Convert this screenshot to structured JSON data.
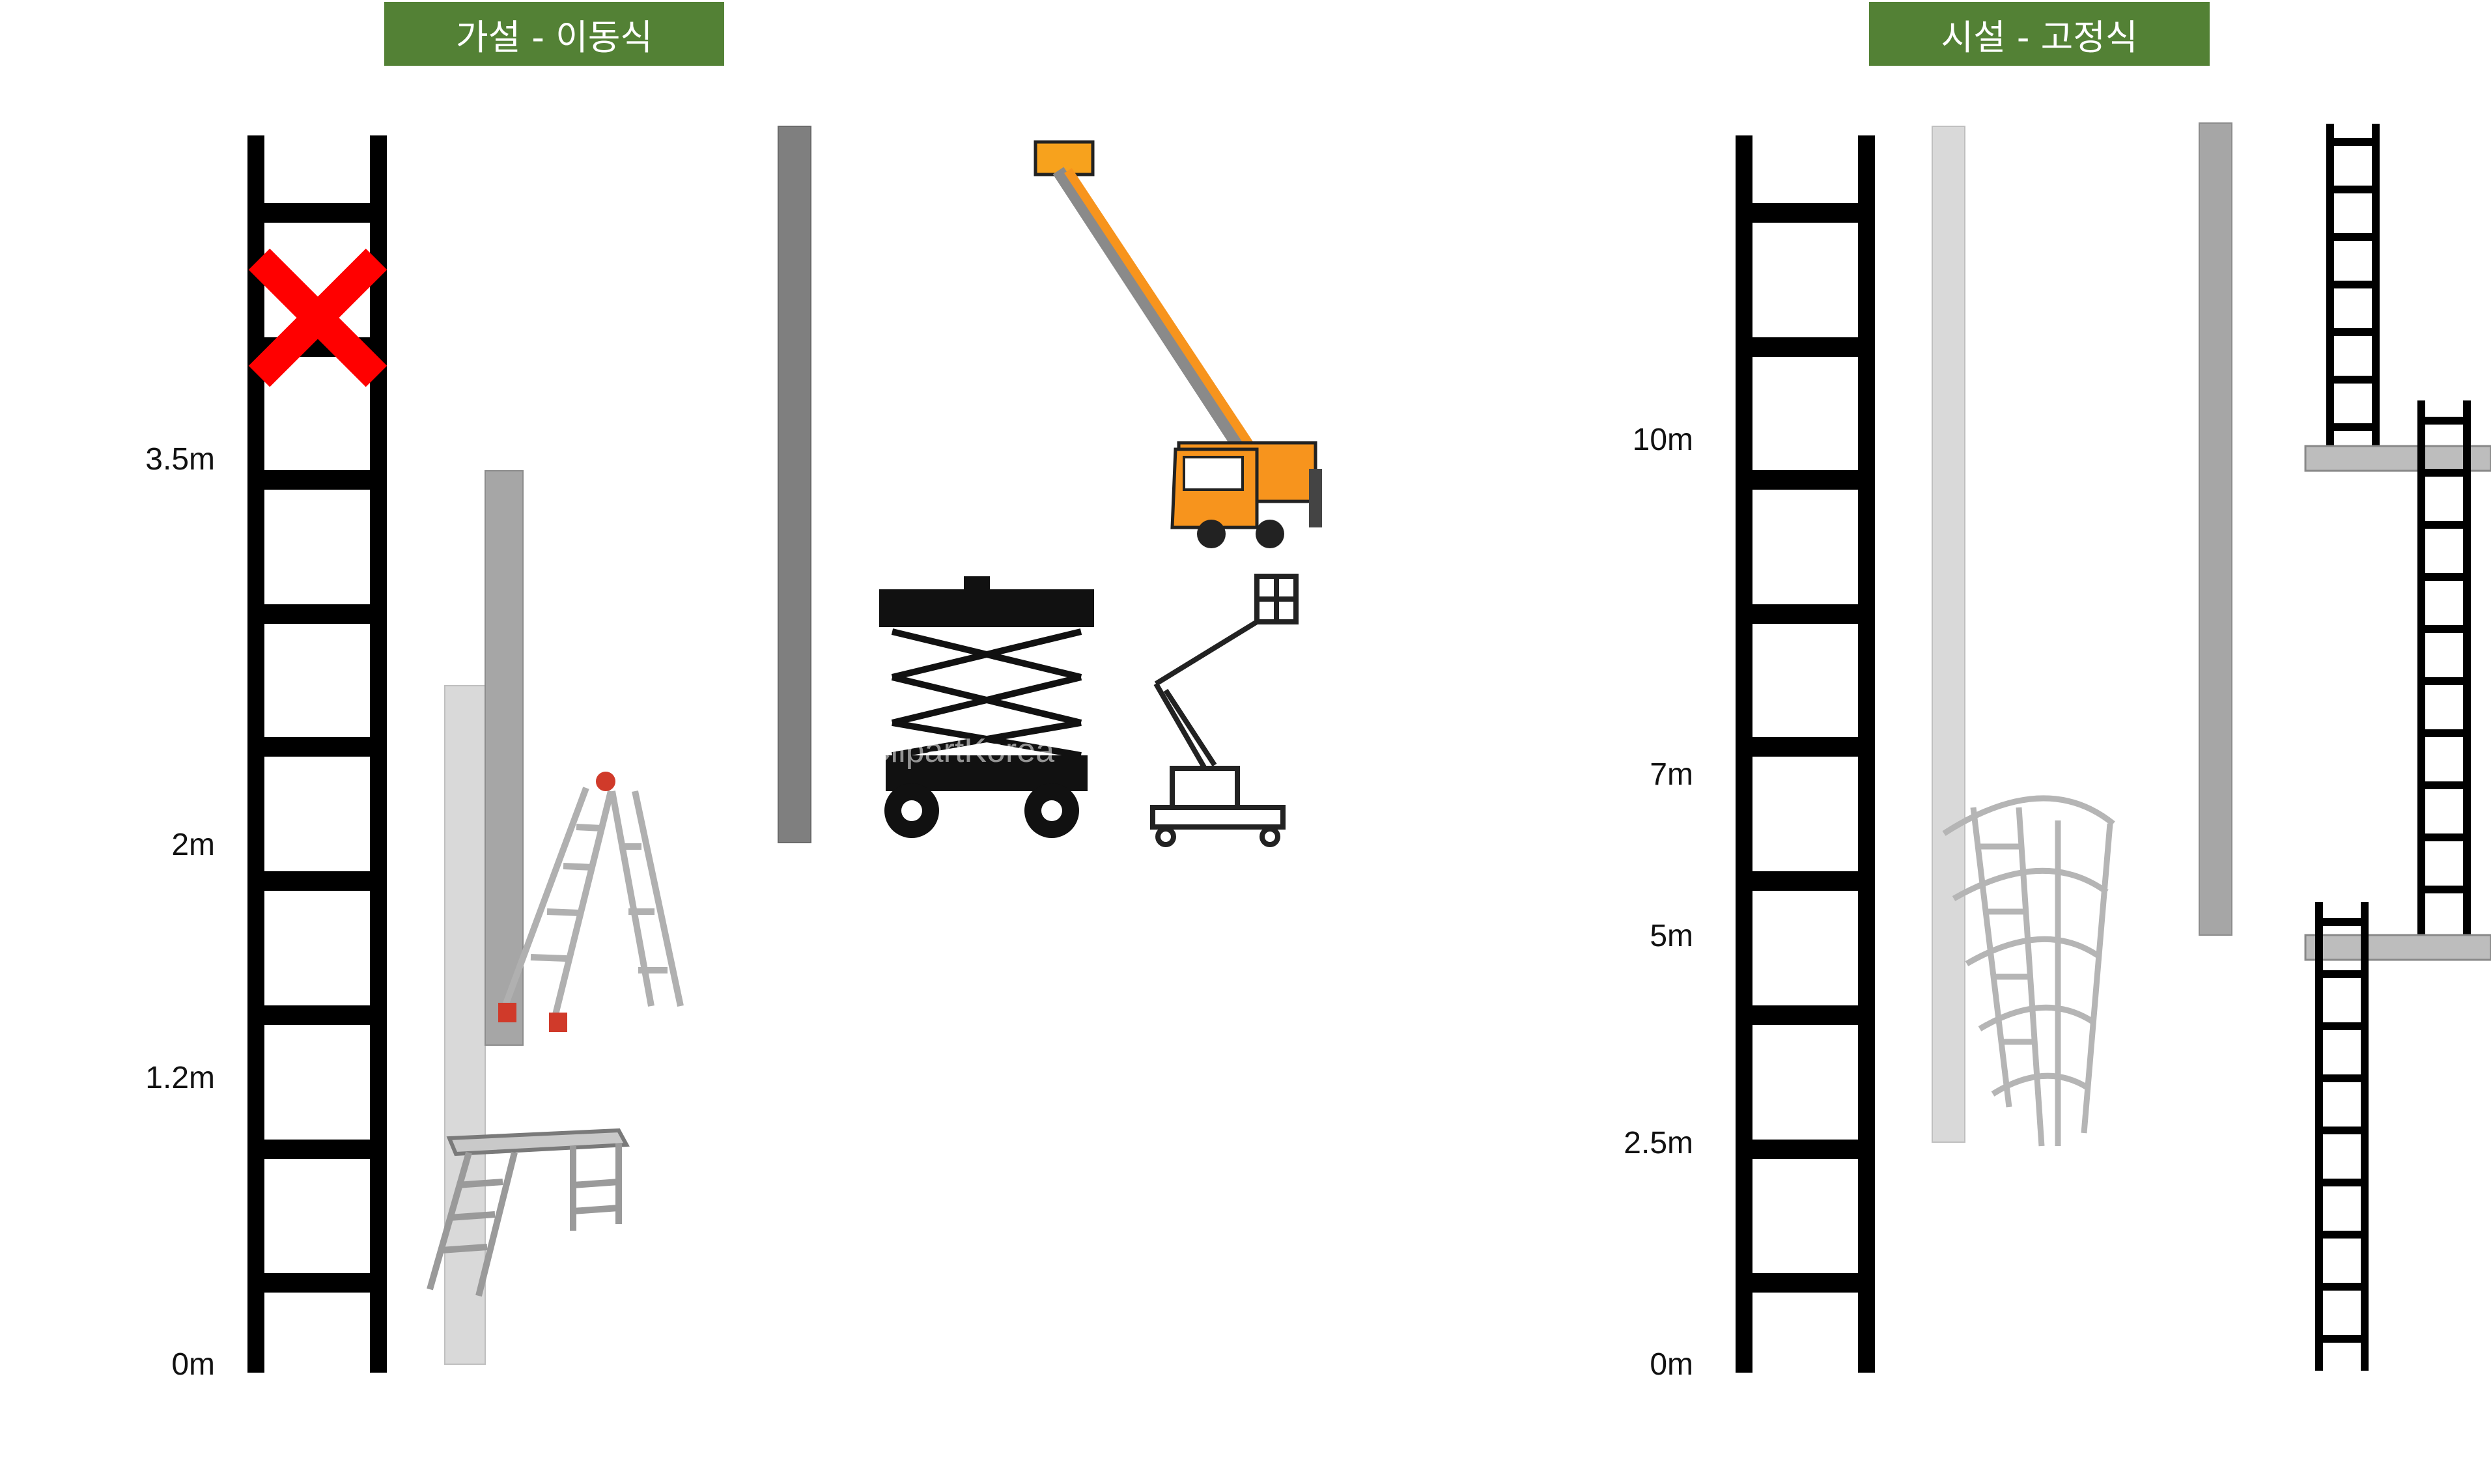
{
  "headers": {
    "temporary": "가설 - 이동식",
    "facility": "시설 - 고정식"
  },
  "left_scale": {
    "labels": [
      "3.5m",
      "2m",
      "1.2m",
      "0m"
    ]
  },
  "right_scale": {
    "labels": [
      "10m",
      "7m",
      "5m",
      "2.5m",
      "0m"
    ]
  },
  "equipment": {
    "watermark": "ClipartKorea"
  },
  "colors": {
    "header_bg": "#538135",
    "ladder": "#000000",
    "prohibited_mark": "#ff0000",
    "bucket_truck": "#f7941d"
  }
}
